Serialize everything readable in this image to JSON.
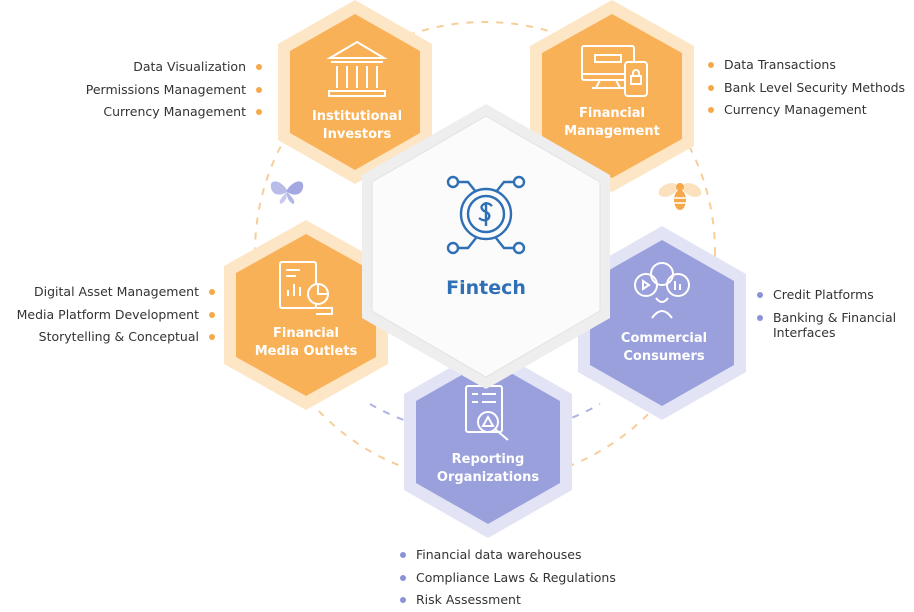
{
  "center": {
    "title": "Fintech",
    "icon": "dollar-circuit-icon"
  },
  "colors": {
    "orange": "#f9b158",
    "orange_ring": "#fde6c6",
    "purple": "#9aa0dc",
    "purple_ring": "#e2e4f5",
    "center_blue": "#2f6fb5"
  },
  "nodes": {
    "institutional": {
      "title_lines": [
        "Institutional",
        "Investors"
      ],
      "icon": "bank-building-icon",
      "items": [
        "Data Visualization",
        "Permissions Management",
        "Currency Management"
      ]
    },
    "financial_management": {
      "title_lines": [
        "Financial",
        "Management"
      ],
      "icon": "secure-devices-icon",
      "items": [
        "Data Transactions",
        "Bank Level Security Methods",
        "Currency Management"
      ]
    },
    "media_outlets": {
      "title_lines": [
        "Financial",
        "Media Outlets"
      ],
      "icon": "report-document-icon",
      "items": [
        "Digital Asset Management",
        "Media Platform Development",
        "Storytelling & Conceptual"
      ]
    },
    "commercial": {
      "title_lines": [
        "Commercial",
        "Consumers"
      ],
      "icon": "consumer-analytics-icon",
      "items": [
        "Credit Platforms",
        "Banking & Financial Interfaces"
      ]
    },
    "reporting": {
      "title_lines": [
        "Reporting",
        "Organizations"
      ],
      "icon": "risk-document-icon",
      "items": [
        "Financial data warehouses",
        "Compliance Laws & Regulations",
        "Risk Assessment"
      ]
    }
  }
}
